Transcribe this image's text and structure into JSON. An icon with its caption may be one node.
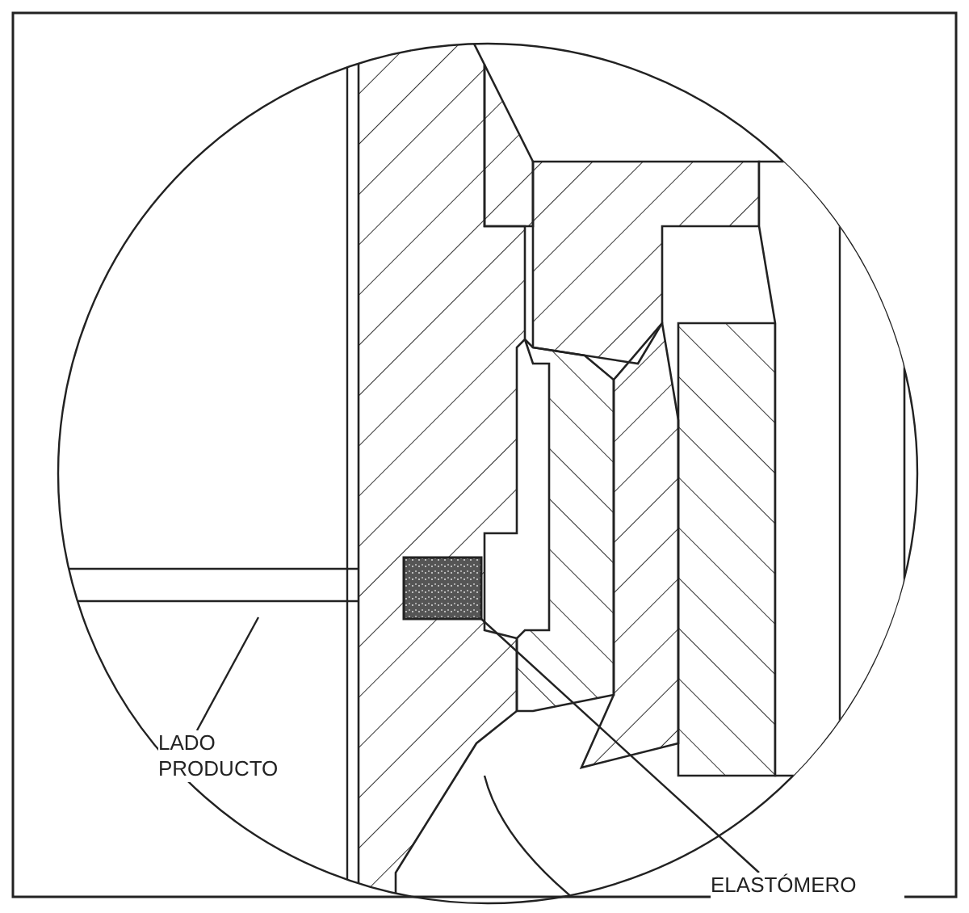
{
  "diagram": {
    "nodes": [
      {
        "text": [
          "LADO PRODUCTO"
        ]
      },
      {
        "text": [
          "ELASTÓMERO"
        ]
      },
      {
        "text": [],
        "shape": "box"
      }
    ],
    "edges": [
      {
        "from": 0,
        "to": null,
        "arrow": "none"
      },
      {
        "from": 1,
        "to": 2,
        "arrow": "none"
      }
    ]
  }
}
